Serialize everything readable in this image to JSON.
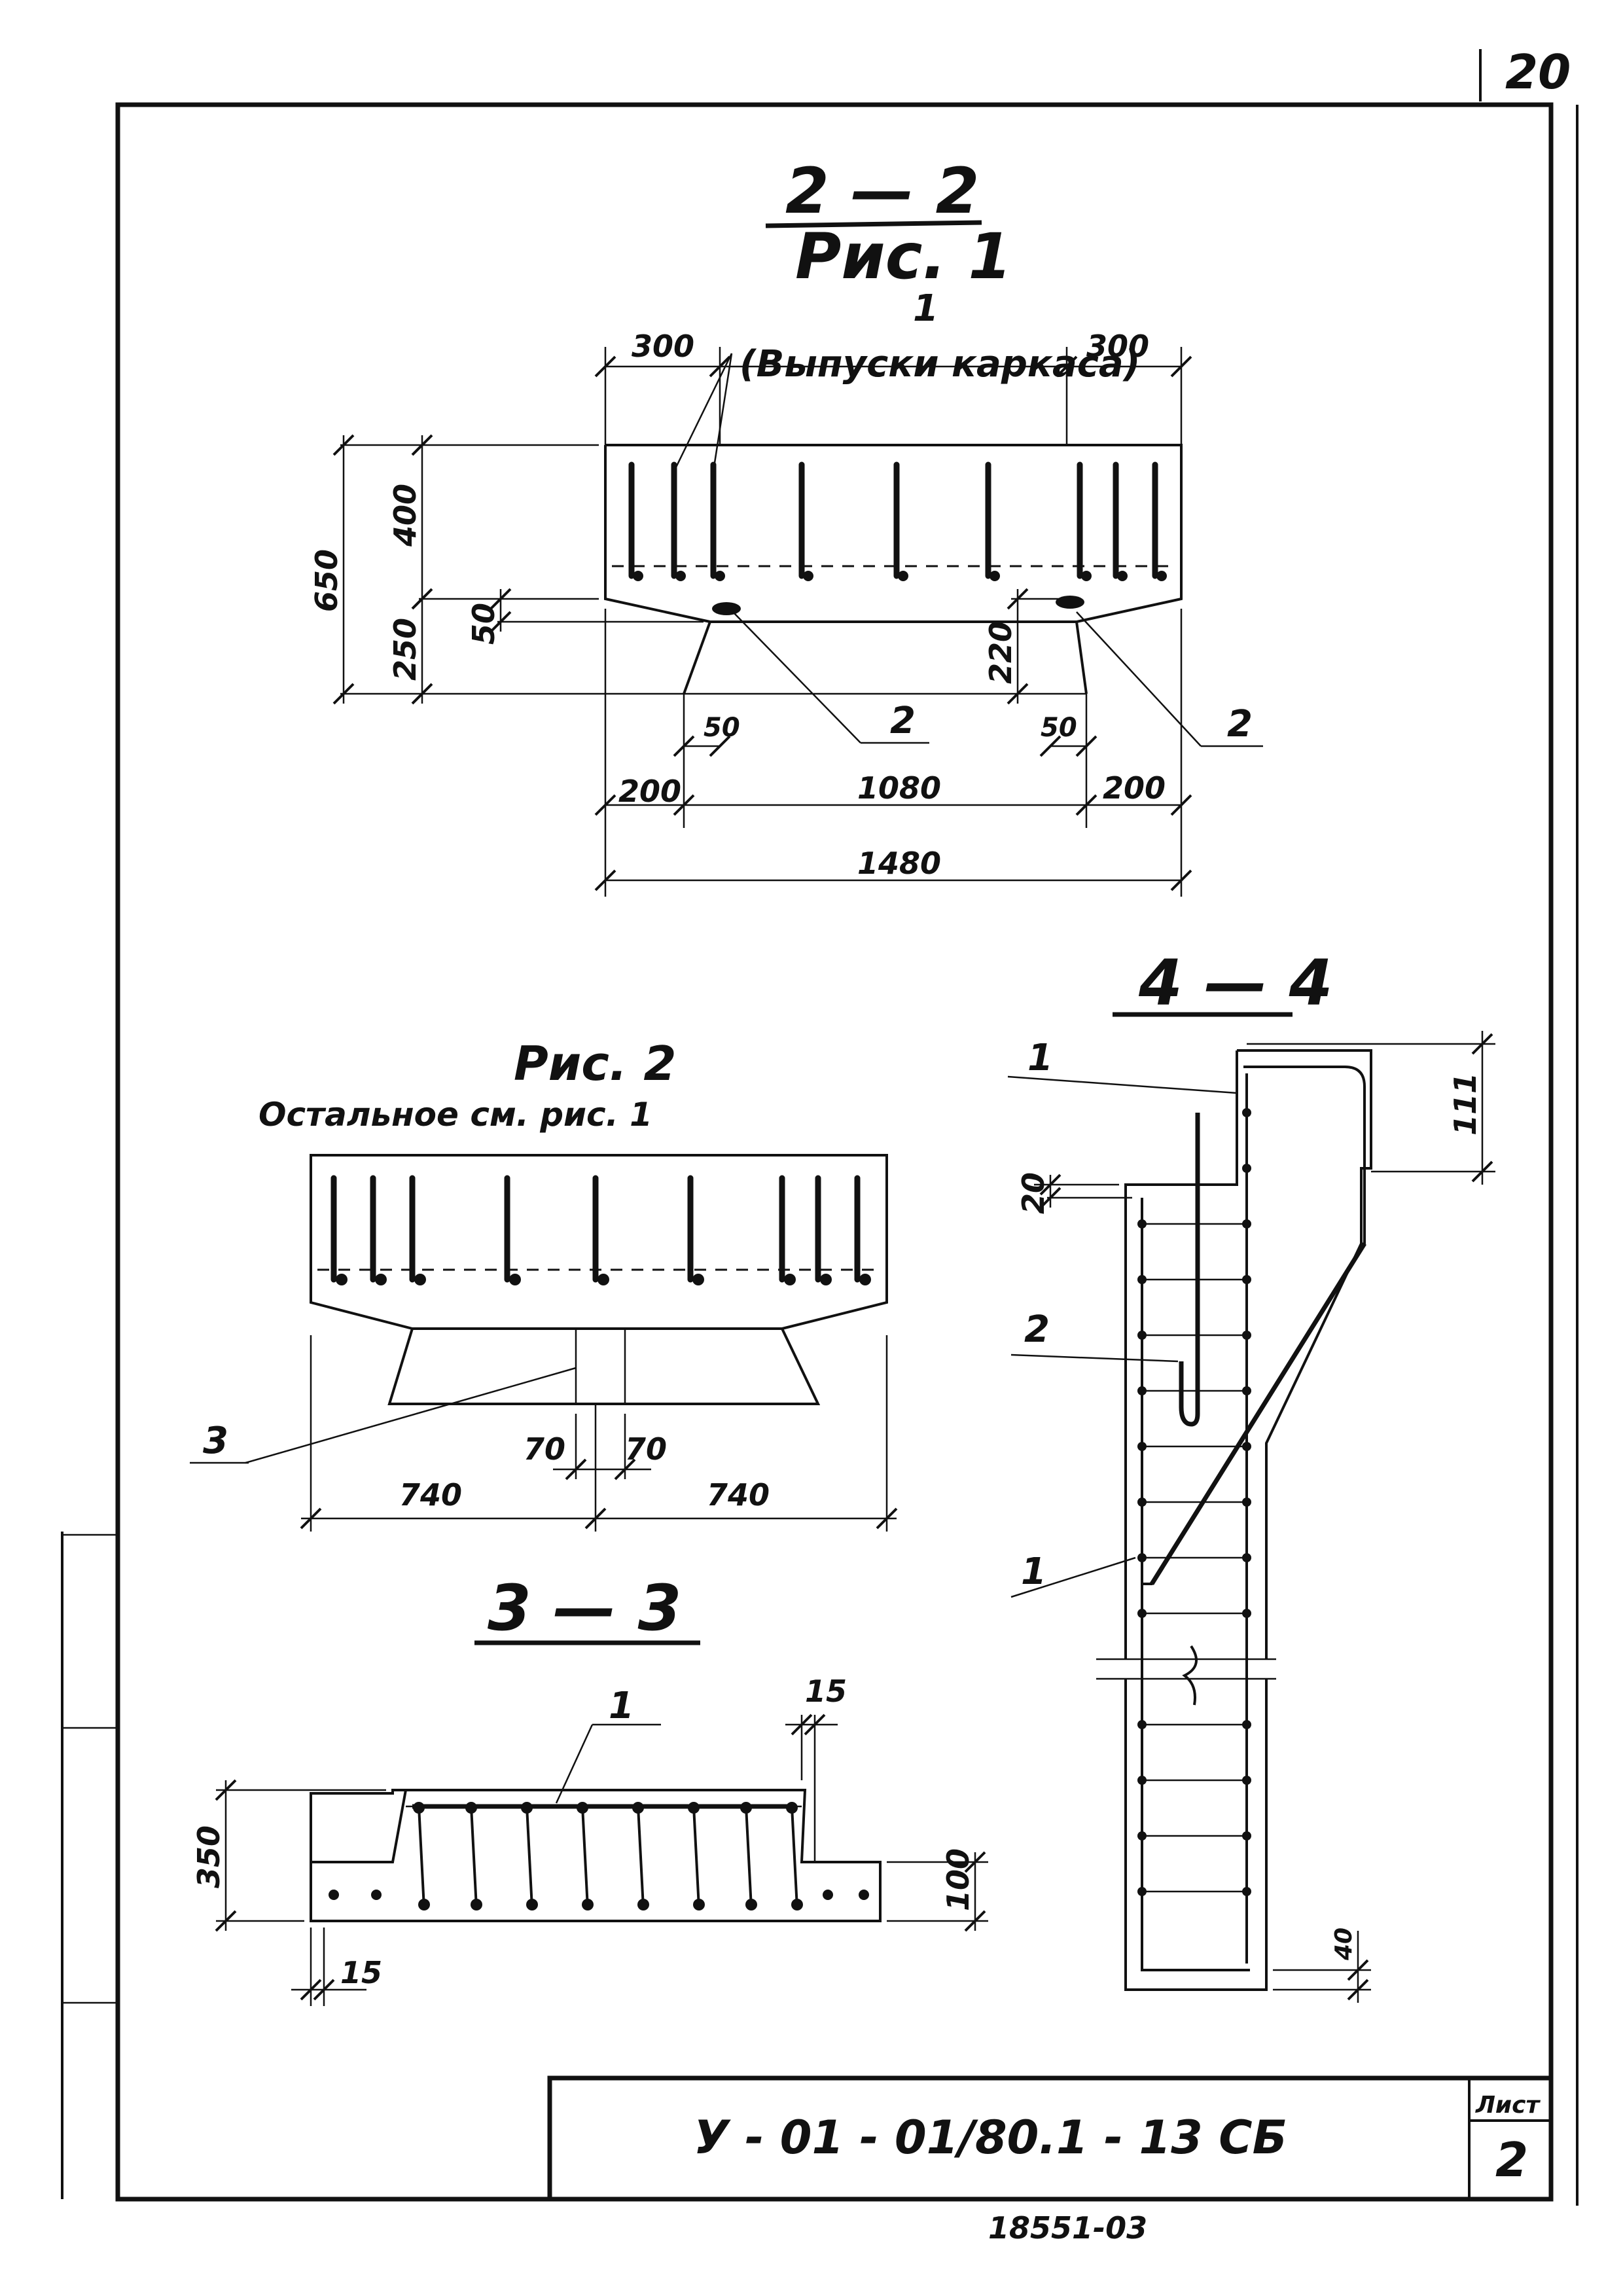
{
  "sheet": {
    "page_number": "20",
    "stamp": {
      "code": "У - 01 - 01/80.1 - 13 СБ",
      "sheet_label": "Лист",
      "sheet_no": "2"
    },
    "inventory": "18551-03"
  },
  "section_2_2": {
    "title": "2 — 2",
    "subtitle": "Рис. 1",
    "callout_1": "1",
    "callout_1_text": "(Выпуски каркаса)",
    "callout_2_left": "2",
    "callout_2_right": "2",
    "dims": {
      "top_left": "300",
      "top_right": "300",
      "h_650": "650",
      "h_400": "400",
      "h_250": "250",
      "h_50": "50",
      "h_220": "220",
      "w_50_left": "50",
      "w_50_right": "50",
      "w_200_left": "200",
      "w_1080": "1080",
      "w_200_right": "200",
      "w_1480": "1480"
    }
  },
  "fig_2": {
    "title": "Рис. 2",
    "note": "Остальное см. рис. 1",
    "callout_3": "3",
    "dims": {
      "w_70_left": "70",
      "w_70_right": "70",
      "w_740_left": "740",
      "w_740_right": "740"
    }
  },
  "section_3_3": {
    "title": "3 — 3",
    "callout_1": "1",
    "dims": {
      "d_15_top": "15",
      "d_350": "350",
      "d_100": "100",
      "d_15_bottom": "15"
    }
  },
  "section_4_4": {
    "title": "4 — 4",
    "callout_1_top": "1",
    "callout_2": "2",
    "callout_1_bottom": "1",
    "dims": {
      "d_111": "111",
      "d_20": "20",
      "d_40": "40"
    }
  }
}
